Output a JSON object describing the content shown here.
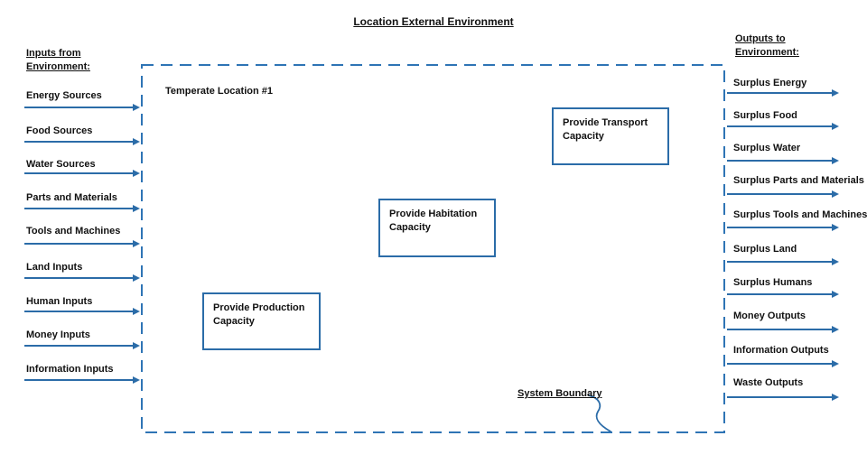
{
  "title": "Location External Environment",
  "colors": {
    "arrow_blue": "#2b6ca8",
    "boundary_dash_blue": "#2e74b5",
    "box_border_blue": "#2b6ca8",
    "text_black": "#111111"
  },
  "inputs": {
    "header": "Inputs from\nEnvironment:",
    "items": [
      "Energy Sources",
      "Food Sources",
      "Water Sources",
      "Parts and Materials",
      "Tools and Machines",
      "Land Inputs",
      "Human Inputs",
      "Money Inputs",
      "Information Inputs"
    ]
  },
  "outputs": {
    "header": "Outputs to\nEnvironment:",
    "items": [
      "Surplus Energy",
      "Surplus Food",
      "Surplus Water",
      "Surplus Parts and Materials",
      "Surplus Tools and Machines",
      "Surplus Land",
      "Surplus Humans",
      "Money Outputs",
      "Information Outputs",
      "Waste Outputs"
    ]
  },
  "system": {
    "location_label": "Temperate Location #1",
    "boundary_label": "System Boundary",
    "boxes": [
      "Provide Production Capacity",
      "Provide Habitation Capacity",
      "Provide Transport Capacity"
    ]
  }
}
